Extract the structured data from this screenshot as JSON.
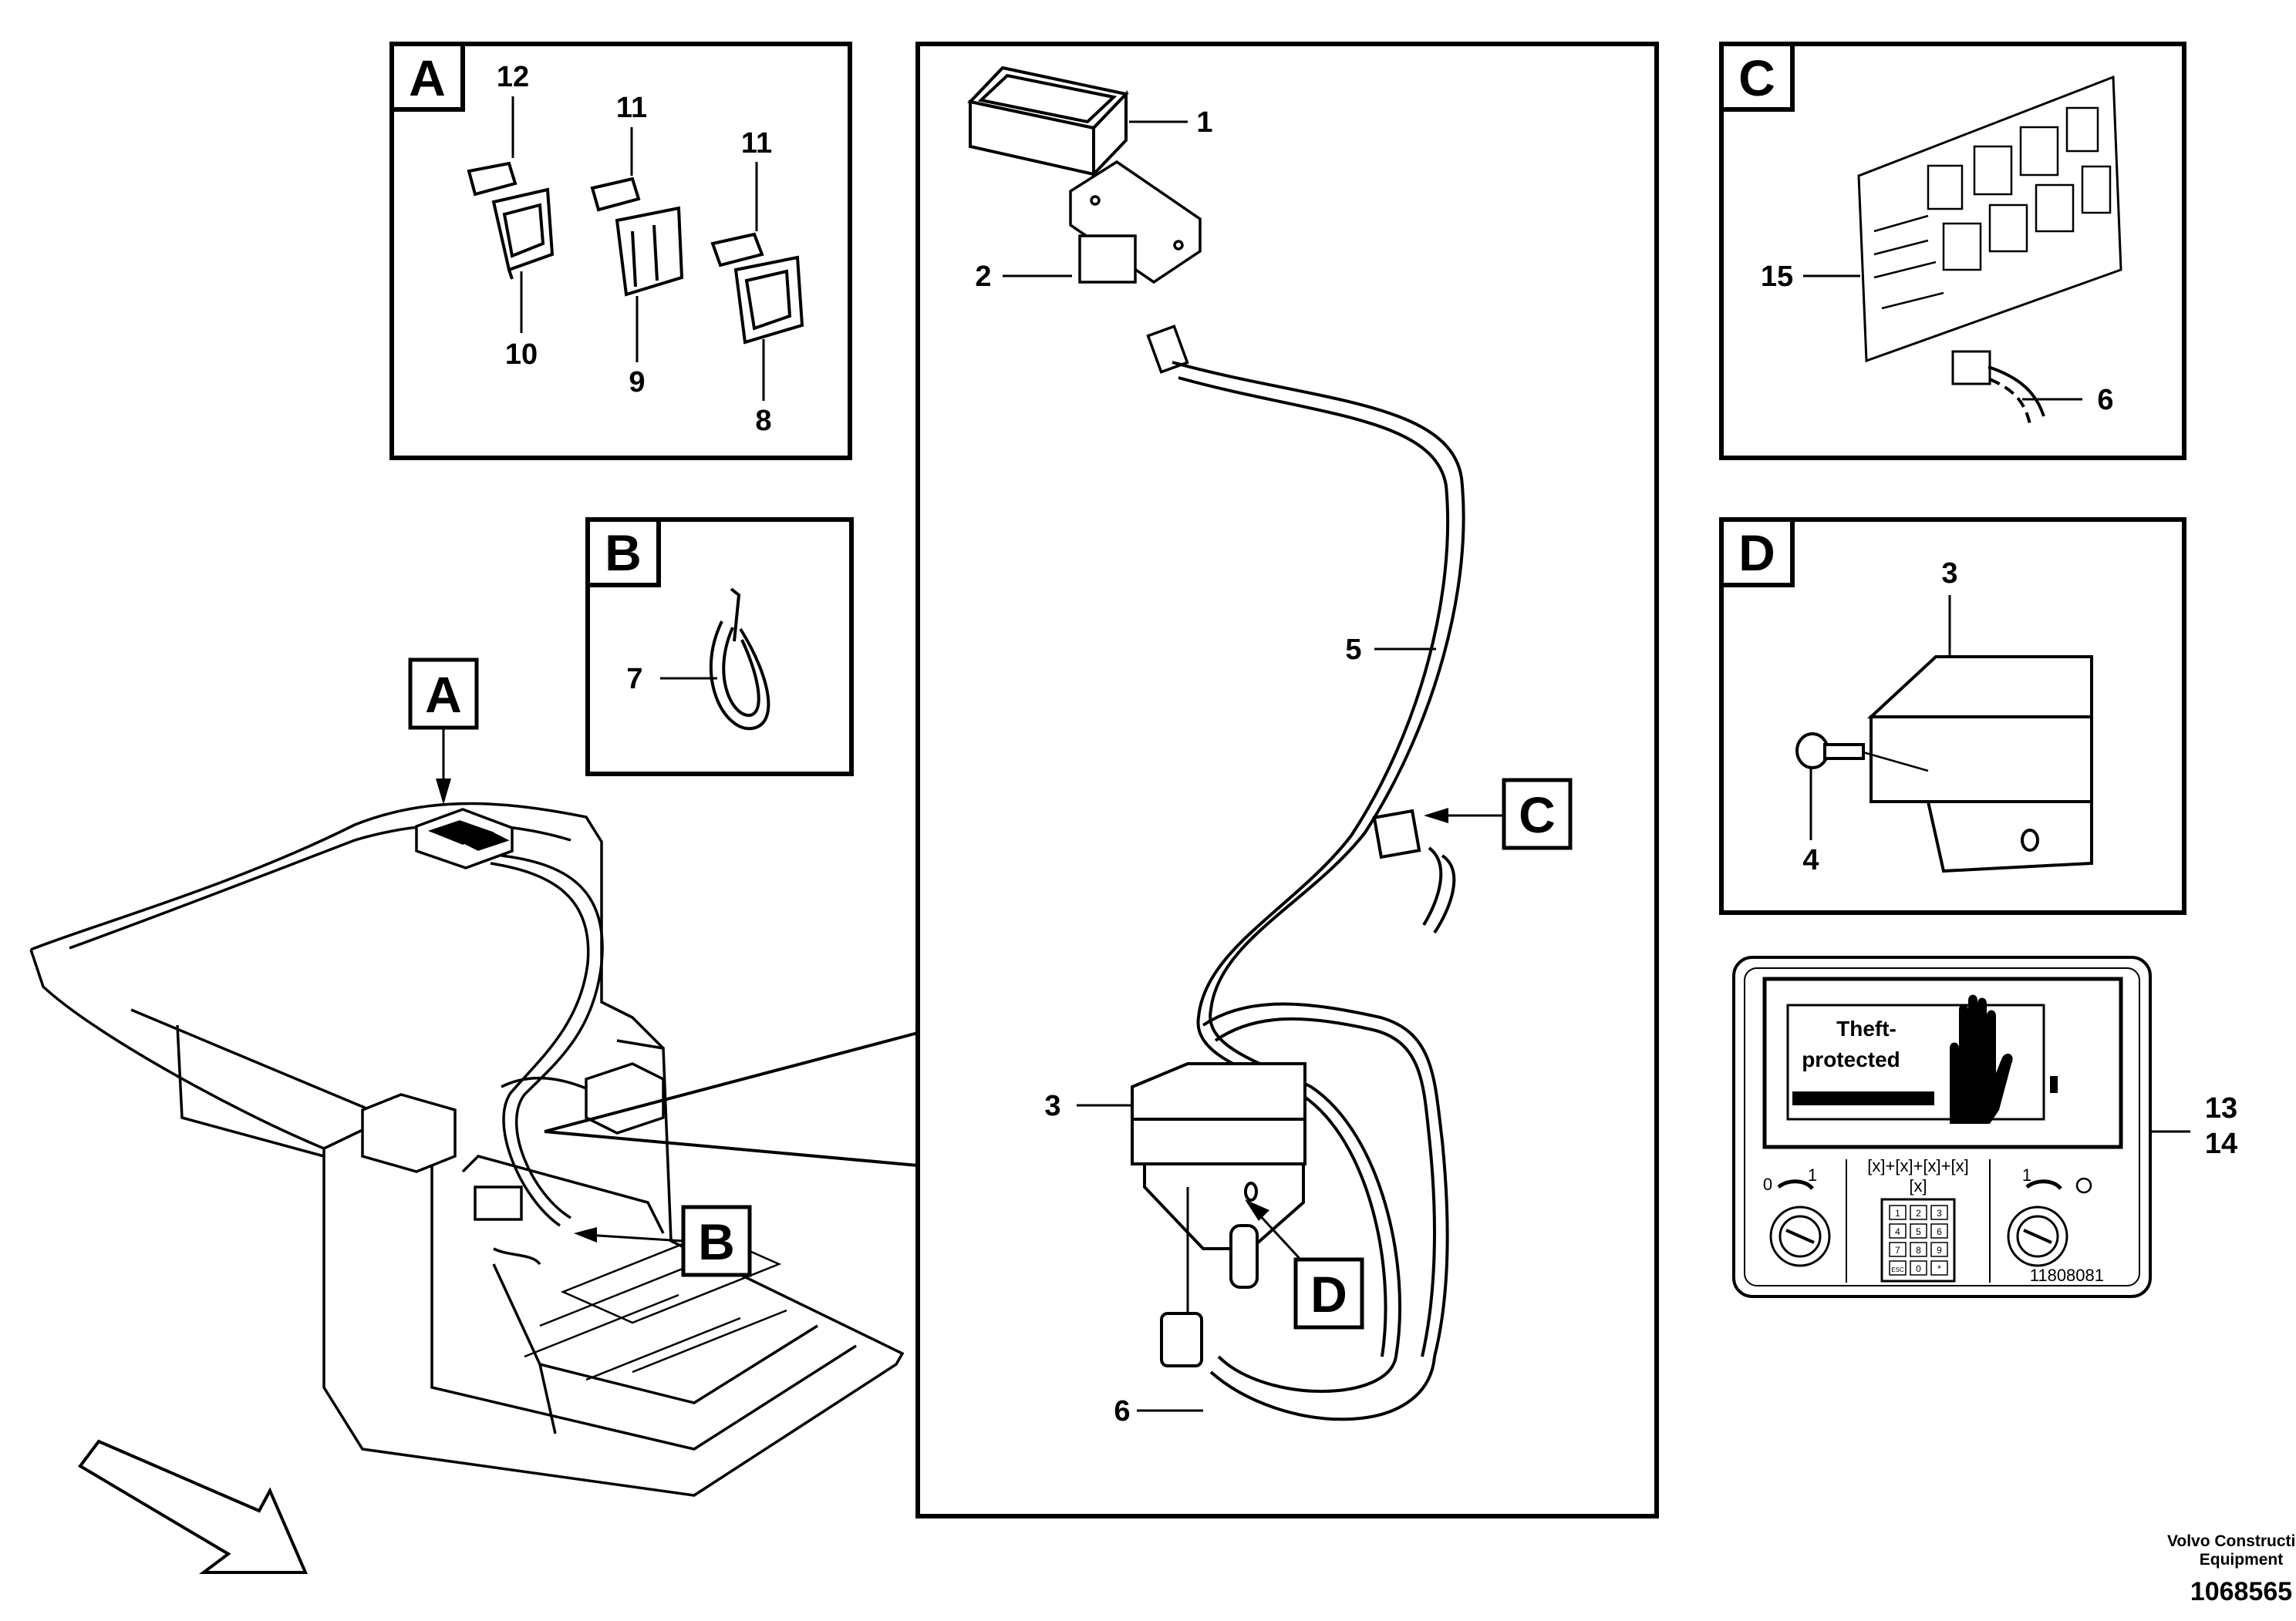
{
  "detail_boxes": {
    "a": {
      "letter": "A",
      "callouts": [
        "12",
        "11",
        "11",
        "10",
        "9",
        "8"
      ]
    },
    "b": {
      "letter": "B",
      "callouts": [
        "7"
      ]
    },
    "c": {
      "letter": "C",
      "callouts": [
        "15",
        "6"
      ]
    },
    "d": {
      "letter": "D",
      "callouts": [
        "3",
        "4"
      ]
    }
  },
  "main_callouts": [
    "1",
    "2",
    "5",
    "3",
    "6"
  ],
  "main_pointers": [
    "C",
    "D"
  ],
  "cab_pointers": [
    "A",
    "B"
  ],
  "keypad_panel": {
    "sign_line1": "Theft-",
    "sign_line2": "protected",
    "code_line": "[x]+[x]+[x]+[x]",
    "enter_label": "[x]",
    "left_switch_labels": [
      "0",
      "1"
    ],
    "right_switch_label": "1",
    "keys": [
      "1",
      "2",
      "3",
      "4",
      "5",
      "6",
      "7",
      "8",
      "9",
      "ESC",
      "0",
      "*"
    ],
    "part_no": "11808081",
    "callouts": [
      "13",
      "14"
    ]
  },
  "footer": {
    "brand_line1": "Volvo Construction",
    "brand_line2": "Equipment",
    "doc_number": "1068565"
  },
  "icons": [
    "cab-floor-drawing",
    "direction-arrow-icon",
    "cable-harness-drawing",
    "fuse-relay-box-drawing",
    "cable-tie-icon",
    "bracket-module-drawing",
    "hand-stop-icon"
  ]
}
